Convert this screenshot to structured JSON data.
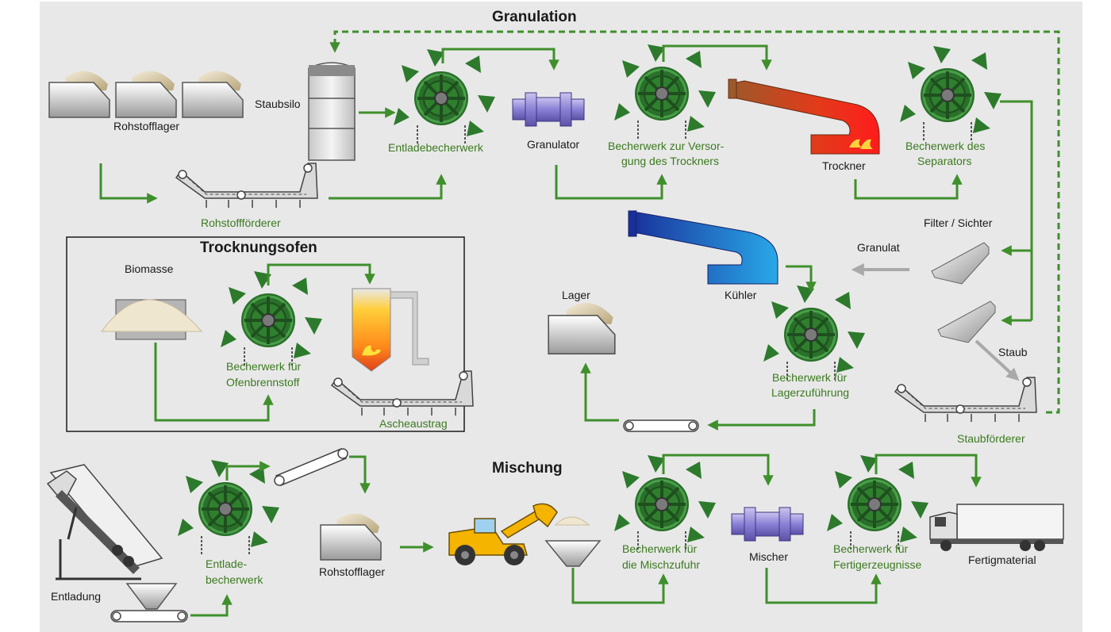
{
  "sections": {
    "granulation": "Granulation",
    "furnace": "Trocknungsofen",
    "mixing": "Mischung"
  },
  "labels": {
    "raw_storage_top": "Rohstofflager",
    "dust_silo": "Staubsilo",
    "unloading_elevator": "Entladebecherwerk",
    "granulator": "Granulator",
    "dryer_elevator_1": "Becherwerk zur Versor-",
    "dryer_elevator_2": "gung des Trockners",
    "dryer": "Trockner",
    "separator_elevator_1": "Becherwerk des",
    "separator_elevator_2": "Separators",
    "raw_conveyor": "Rohstoffförderer",
    "filter": "Filter / Sichter",
    "granulate": "Granulat",
    "dust": "Staub",
    "cooler": "Kühler",
    "storage": "Lager",
    "storage_elevator_1": "Becherwerk für",
    "storage_elevator_2": "Lagerzuführung",
    "dust_conveyor": "Staubförderer",
    "biomass": "Biomasse",
    "fuel_elevator_1": "Becherwerk für",
    "fuel_elevator_2": "Ofenbrennstoff",
    "ash_discharge": "Ascheaustrag",
    "unloading": "Entladung",
    "unloading_elevator2_1": "Entlade-",
    "unloading_elevator2_2": "becherwerk",
    "raw_storage_bottom": "Rohstofflager",
    "mix_elevator_1": "Becherwerk für",
    "mix_elevator_2": "die Mischzufuhr",
    "mixer": "Mischer",
    "product_elevator_1": "Becherwerk für",
    "product_elevator_2": "Fertigerzeugnisse",
    "finished": "Fertigmaterial"
  },
  "colors": {
    "background": "#e8e8e8",
    "flow_arrow": "#3f8f2c",
    "elevator": "#2d7a2d",
    "label_green": "#3b7a1f",
    "label_dark": "#1a1a1a"
  }
}
